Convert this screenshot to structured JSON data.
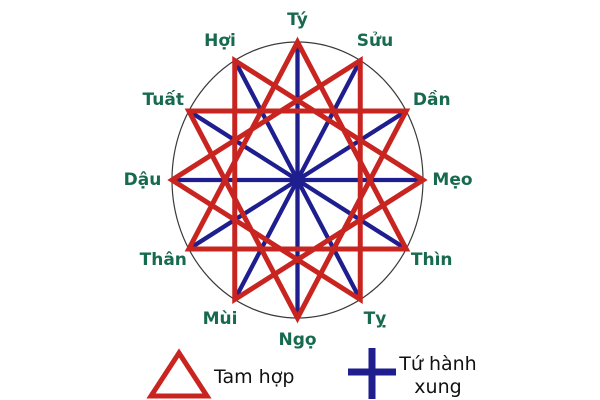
{
  "diagram": {
    "signs": [
      {
        "label": "Tý"
      },
      {
        "label": "Sửu"
      },
      {
        "label": "Dần"
      },
      {
        "label": "Mẹo"
      },
      {
        "label": "Thìn"
      },
      {
        "label": "Tỵ"
      },
      {
        "label": "Ngọ"
      },
      {
        "label": "Mùi"
      },
      {
        "label": "Thân"
      },
      {
        "label": "Dậu"
      },
      {
        "label": "Tuất"
      },
      {
        "label": "Hợi"
      }
    ],
    "tam_hop_groups": [
      [
        0,
        4,
        8
      ],
      [
        1,
        5,
        9
      ],
      [
        2,
        6,
        10
      ],
      [
        3,
        7,
        11
      ]
    ],
    "tu_hanh_xung_pairs": [
      [
        0,
        6
      ],
      [
        1,
        7
      ],
      [
        2,
        8
      ],
      [
        3,
        9
      ],
      [
        4,
        10
      ],
      [
        5,
        11
      ]
    ],
    "colors": {
      "tam_hop": "#c82420",
      "tu_hanh_xung": "#1e1e8f",
      "sign_label": "#176a4e",
      "circle": "#3a3a3a",
      "legend_text": "#111111"
    }
  },
  "legend": {
    "tam_hop": {
      "label": "Tam hợp"
    },
    "tu_hanh_xung": {
      "label": "Tứ hành xung",
      "line1": "Tứ hành",
      "line2": "xung"
    }
  }
}
